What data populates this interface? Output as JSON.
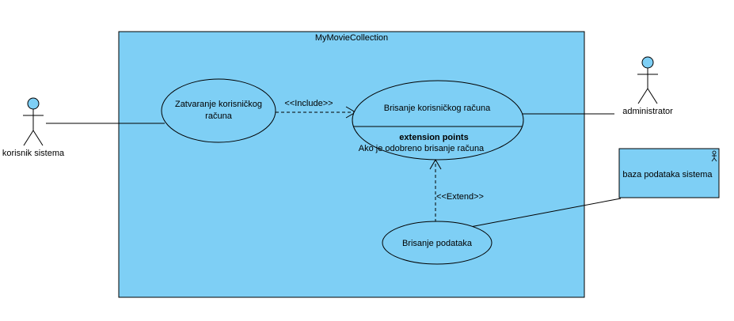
{
  "system": {
    "name": "MyMovieCollection"
  },
  "actors": {
    "korisnik": {
      "label": "korisnik sistema"
    },
    "administrator": {
      "label": "administrator"
    },
    "baza": {
      "label": "baza podataka sistema"
    }
  },
  "use_cases": {
    "zatvaranje": {
      "line1": "Zatvaranje korisničkog",
      "line2": "računa"
    },
    "brisanje_racuna": {
      "label": "Brisanje korisničkog računa",
      "extension_header": "extension points",
      "extension_point": "Ako je odobreno brisanje računa"
    },
    "brisanje_podataka": {
      "label": "Brisanje podataka"
    }
  },
  "relations": {
    "include": {
      "label": "<<Include>>"
    },
    "extend": {
      "label": "<<Extend>>"
    }
  },
  "colors": {
    "system_fill": "#7ecff5",
    "actor_head_fill": "#7ecff5",
    "line": "#000000"
  }
}
